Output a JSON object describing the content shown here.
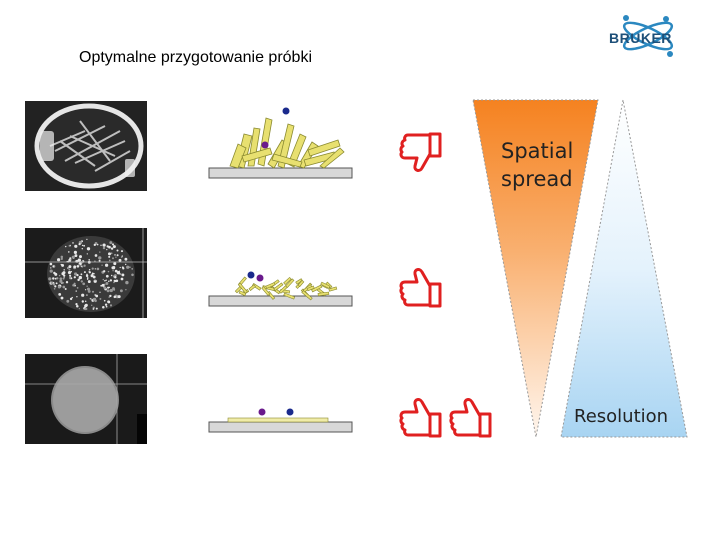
{
  "slide": {
    "title": "Optymalne przygotowanie próbki"
  },
  "logo": {
    "text": "BRUKER",
    "color": "#1d4f78"
  },
  "triangles": {
    "spatial_label_line1": "Spatial",
    "spatial_label_line2": "spread",
    "resolution_label": "Resolution",
    "spatial_color_top": "#f58220",
    "spatial_color_bottom": "#fff2e6",
    "resolution_color_top": "#ffffff",
    "resolution_color_bottom": "#a8d4f2"
  },
  "rows": [
    {
      "quality": "poor",
      "thumbs": 1,
      "direction": "down"
    },
    {
      "quality": "good",
      "thumbs": 1,
      "direction": "up"
    },
    {
      "quality": "best",
      "thumbs": 2,
      "direction": "up"
    }
  ],
  "icons": {
    "thumb_color": "#e02020",
    "crystal_color": "#e8e070",
    "substrate_color": "#d8d8d8"
  }
}
